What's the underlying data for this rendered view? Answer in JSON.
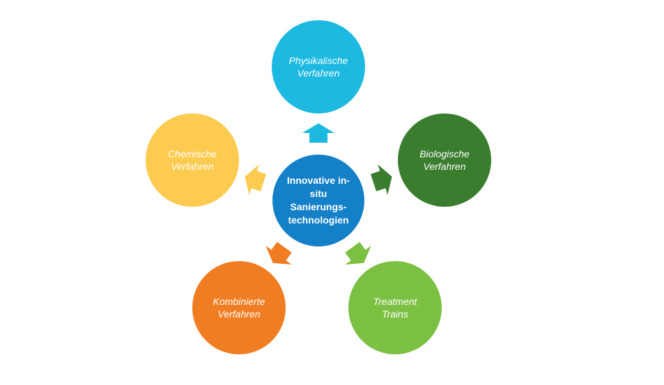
{
  "center": {
    "label": "Innovative in-situ Sanierungs-technologien",
    "color": "#1480C8"
  },
  "nodes": [
    {
      "label": "Physikalische Verfahren",
      "color": "#1DB9E1"
    },
    {
      "label": "Biologische Verfahren",
      "color": "#3A7D2F"
    },
    {
      "label": "Treatment Trains",
      "color": "#7CC043"
    },
    {
      "label": "Kombinierte Verfahren",
      "color": "#F07D22"
    },
    {
      "label": "Chemische Verfahren",
      "color": "#FCCB4F"
    }
  ]
}
